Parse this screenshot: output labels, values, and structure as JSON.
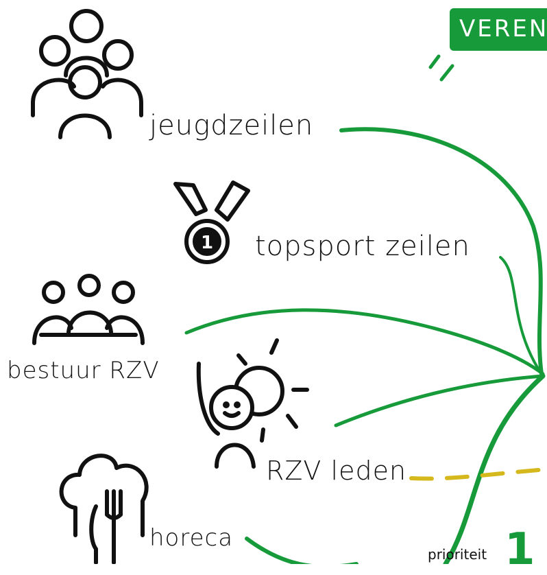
{
  "banner": {
    "text": "VEREN"
  },
  "nodes": [
    {
      "id": "jeugdzeilen",
      "label": "jeugdzeilen",
      "icon": "group-people-icon"
    },
    {
      "id": "topsport",
      "label": "topsport zeilen",
      "icon": "medal-icon"
    },
    {
      "id": "bestuur",
      "label": "bestuur RZV",
      "icon": "meeting-table-icon"
    },
    {
      "id": "leden",
      "label": "RZV leden",
      "icon": "happy-person-sun-icon"
    },
    {
      "id": "horeca",
      "label": "horeca",
      "icon": "chef-hat-cutlery-icon"
    }
  ],
  "priority": {
    "label": "prioriteit",
    "number": "1"
  },
  "colors": {
    "green": "#169a3a",
    "yellow": "#d4b81c",
    "ink": "#111111"
  }
}
